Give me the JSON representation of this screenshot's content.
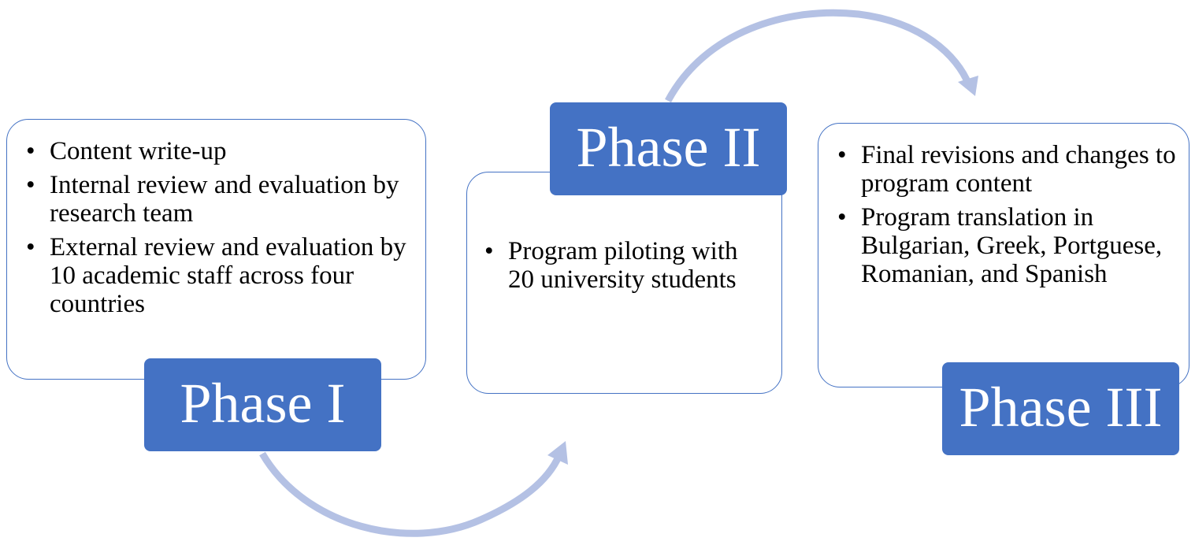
{
  "colors": {
    "accent": "#4472C4",
    "arrow": "#B4C1E4",
    "box_fill": "#FFFFFF",
    "text": "#000000",
    "label_text": "#FFFFFF"
  },
  "phases": [
    {
      "label": "Phase I",
      "bullets": [
        "Content write-up",
        "Internal review and evaluation by research team",
        "External review and evaluation by 10 academic staff across four countries"
      ]
    },
    {
      "label": "Phase II",
      "bullets": [
        "Program piloting with 20 university students"
      ]
    },
    {
      "label": "Phase III",
      "bullets": [
        "Final revisions and changes to program content",
        "Program translation in Bulgarian, Greek, Portguese, Romanian, and Spanish"
      ]
    }
  ]
}
